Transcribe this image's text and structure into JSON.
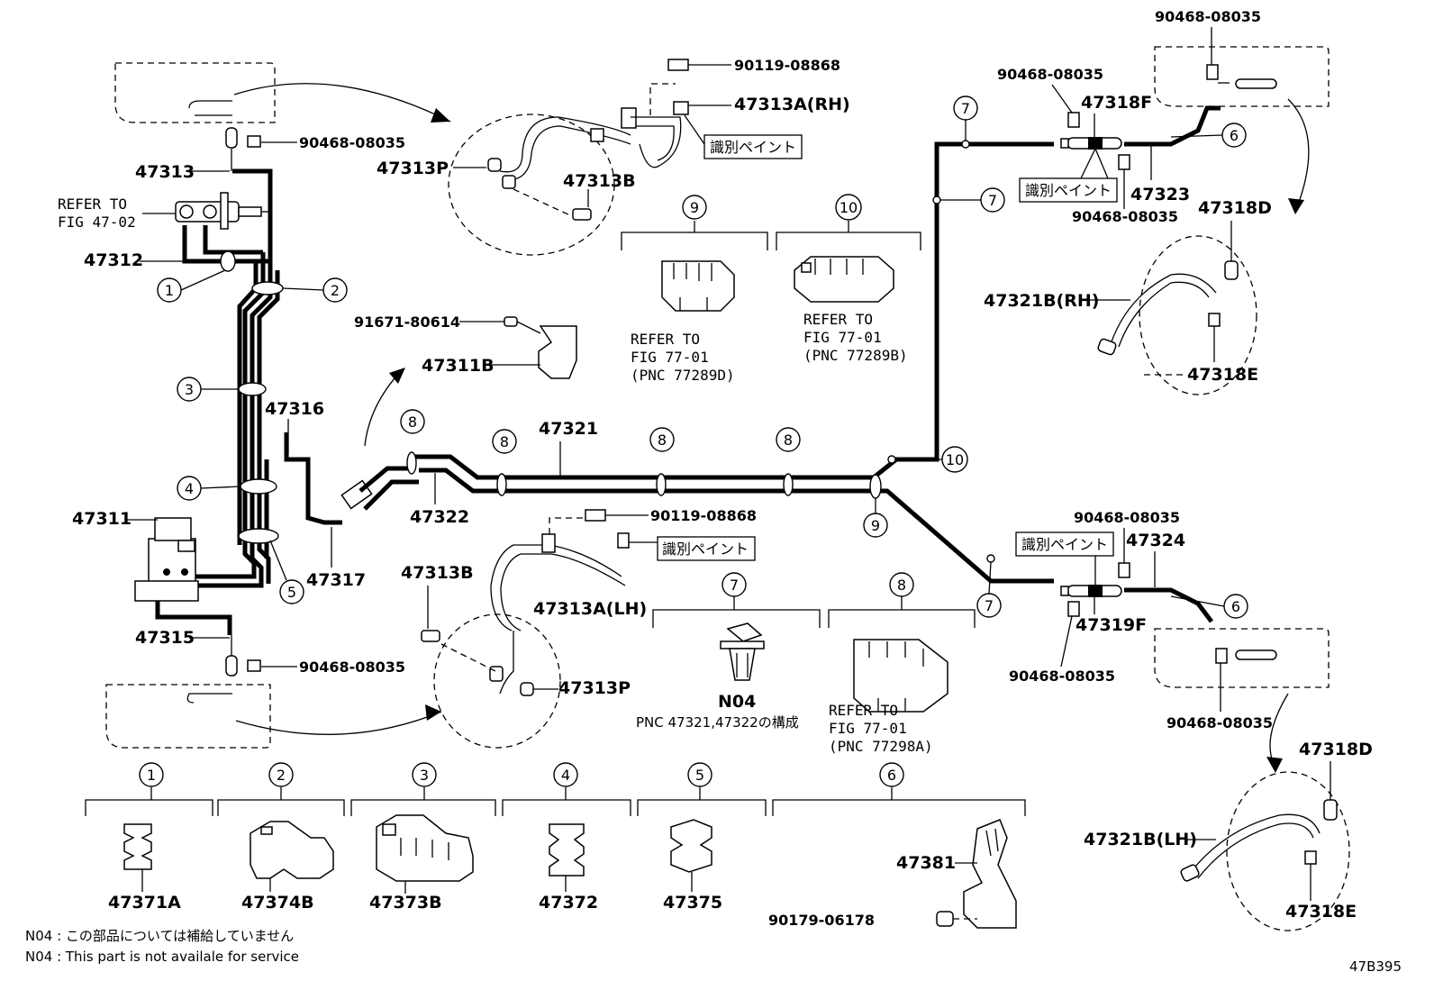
{
  "diagram_code": "47B395",
  "notes": {
    "n04_jp": "N04 : この部品については補給していません",
    "n04_en": "N04 : This part is not availale for service",
    "n04_label": "N04",
    "n04_pnc": "PNC 47321,47322の構成"
  },
  "parts": {
    "p47313": "47313",
    "p47312": "47312",
    "p47316": "47316",
    "p47311": "47311",
    "p47315": "47315",
    "p47317": "47317",
    "p47322": "47322",
    "p47321": "47321",
    "p47311B": "47311B",
    "p91671": "91671-80614",
    "p47313P_top": "47313P",
    "p47313B_top": "47313B",
    "p90119_top": "90119-08868",
    "p47313A_RH": "47313A(RH)",
    "p47313B_bot": "47313B",
    "p47313A_LH": "47313A(LH)",
    "p47313P_bot": "47313P",
    "p90119_bot": "90119-08868",
    "p90468_a": "90468-08035",
    "p90468_b": "90468-08035",
    "p90468_c": "90468-08035",
    "p90468_d": "90468-08035",
    "p90468_e": "90468-08035",
    "p90468_f": "90468-08035",
    "p90468_g": "90468-08035",
    "p90468_h": "90468-08035",
    "p47318F": "47318F",
    "p47323": "47323",
    "p47318D_top": "47318D",
    "p47321B_RH": "47321B(RH)",
    "p47318E_top": "47318E",
    "p47324": "47324",
    "p47319F": "47319F",
    "p47318D_bot": "47318D",
    "p47321B_LH": "47321B(LH)",
    "p47318E_bot": "47318E",
    "p47371A": "47371A",
    "p47374B": "47374B",
    "p47373B": "47373B",
    "p47372": "47372",
    "p47375": "47375",
    "p47381": "47381",
    "p90179": "90179-06178"
  },
  "paint_id": "識別ペイント",
  "refer": {
    "r4702_a": "REFER TO",
    "r4702_b": "FIG 47-02",
    "r9_a": "REFER TO",
    "r9_b": "FIG 77-01",
    "r9_c": "(PNC 77289D)",
    "r10_a": "REFER TO",
    "r10_b": "FIG 77-01",
    "r10_c": "(PNC 77289B)",
    "r8_a": "REFER TO",
    "r8_b": "FIG 77-01",
    "r8_c": "(PNC 77298A)"
  },
  "callouts": {
    "c1": "1",
    "c2": "2",
    "c3": "3",
    "c4": "4",
    "c5": "5",
    "c6": "6",
    "c7": "7",
    "c8": "8",
    "c9": "9",
    "c10": "10"
  }
}
